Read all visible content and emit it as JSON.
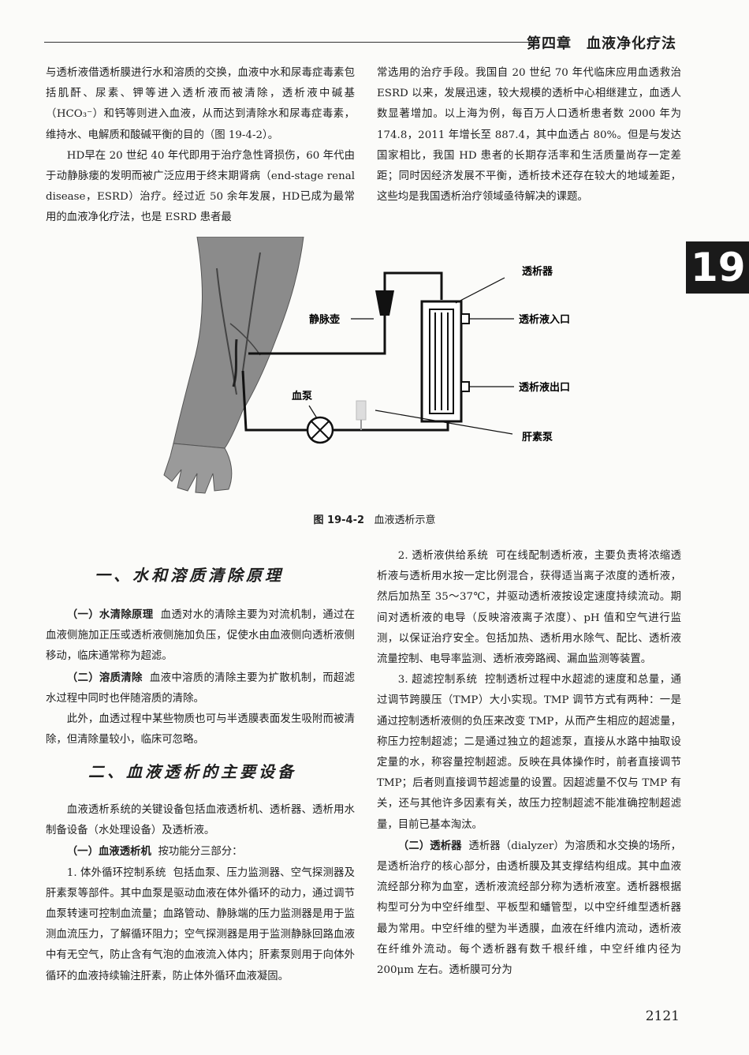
{
  "header": {
    "chapter": "第四章　血液净化疗法"
  },
  "side_tab": "19",
  "top": {
    "left": [
      "与透析液借透析膜进行水和溶质的交换，血液中水和尿毒症毒素包括肌酐、尿素、钾等进入透析液而被清除，透析液中碱基（HCO₃⁻）和钙等则进入血液，从而达到清除水和尿毒症毒素，维持水、电解质和酸碱平衡的目的（图 19-4-2）。",
      "HD早在 20 世纪 40 年代即用于治疗急性肾损伤，60 年代由于动静脉瘘的发明而被广泛应用于终末期肾病（end-stage renal disease，ESRD）治疗。经过近 50 余年发展，HD已成为最常用的血液净化疗法，也是 ESRD 患者最"
    ],
    "right": [
      "常选用的治疗手段。我国自 20 世纪 70 年代临床应用血透救治 ESRD 以来，发展迅速，较大规模的透析中心相继建立，血透人数显著增加。以上海为例，每百万人口透析患者数 2000 年为 174.8，2011 年增长至 887.4，其中血透占 80%。但是与发达国家相比，我国 HD 患者的长期存活率和生活质量尚存一定差距；同时因经济发展不平衡，透析技术还存在较大的地域差距，这些均是我国透析治疗领域亟待解决的课题。"
    ]
  },
  "figure": {
    "labels": {
      "dialyzer": "透析器",
      "venous_chamber": "静脉壶",
      "dialysate_in": "透析液入口",
      "dialysate_out": "透析液出口",
      "blood_pump": "血泵",
      "heparin_pump": "肝素泵"
    },
    "caption_num": "图 19-4-2",
    "caption_text": "血液透析示意"
  },
  "sections": {
    "s1_title": "一、水和溶质清除原理",
    "s1_p1_label": "（一）水清除原理",
    "s1_p1": "血透对水的清除主要为对流机制，通过在血液侧施加正压或透析液侧施加负压，促使水由血液侧向透析液侧移动，临床通常称为超滤。",
    "s1_p2_label": "（二）溶质清除",
    "s1_p2": "血液中溶质的清除主要为扩散机制，而超滤水过程中同时也伴随溶质的清除。",
    "s1_p3": "此外，血透过程中某些物质也可与半透膜表面发生吸附而被清除，但清除量较小，临床可忽略。",
    "s2_title": "二、血液透析的主要设备",
    "s2_p1": "血液透析系统的关键设备包括血液透析机、透析器、透析用水制备设备（水处理设备）及透析液。",
    "s2_p2_label": "（一）血液透析机",
    "s2_p2": "按功能分三部分：",
    "s2_p3_label": "1. 体外循环控制系统",
    "s2_p3": "包括血泵、压力监测器、空气探测器及肝素泵等部件。其中血泵是驱动血液在体外循环的动力，通过调节血泵转速可控制血流量；血路管动、静脉端的压力监测器是用于监测血流压力，了解循环阻力；空气探测器是用于监测静脉回路血液中有无空气，防止含有气泡的血液流入体内；肝素泵则用于向体外循环的血液持续输注肝素，防止体外循环血液凝固。",
    "r_p1_label": "2. 透析液供给系统",
    "r_p1": "可在线配制透析液，主要负责将浓缩透析液与透析用水按一定比例混合，获得适当离子浓度的透析液，然后加热至 35～37℃，并驱动透析液按设定速度持续流动。期间对透析液的电导（反映溶液离子浓度）、pH 值和空气进行监测，以保证治疗安全。包括加热、透析用水除气、配比、透析液流量控制、电导率监测、透析液旁路阀、漏血监测等装置。",
    "r_p2_label": "3. 超滤控制系统",
    "r_p2": "控制透析过程中水超滤的速度和总量，通过调节跨膜压（TMP）大小实现。TMP 调节方式有两种：一是通过控制透析液侧的负压来改变 TMP，从而产生相应的超滤量，称压力控制超滤；二是通过独立的超滤泵，直接从水路中抽取设定量的水，称容量控制超滤。反映在具体操作时，前者直接调节 TMP；后者则直接调节超滤量的设置。因超滤量不仅与 TMP 有关，还与其他许多因素有关，故压力控制超滤不能准确控制超滤量，目前已基本淘汰。",
    "r_p3_label": "（二）透析器",
    "r_p3": "透析器（dialyzer）为溶质和水交换的场所，是透析治疗的核心部分，由透析膜及其支撑结构组成。其中血液流经部分称为血室，透析液流经部分称为透析液室。透析器根据构型可分为中空纤维型、平板型和蟠管型，以中空纤维型透析器最为常用。中空纤维的壁为半透膜，血液在纤维内流动，透析液在纤维外流动。每个透析器有数千根纤维，中空纤维内径为 200μm 左右。透析膜可分为"
  },
  "page_number": "2121"
}
